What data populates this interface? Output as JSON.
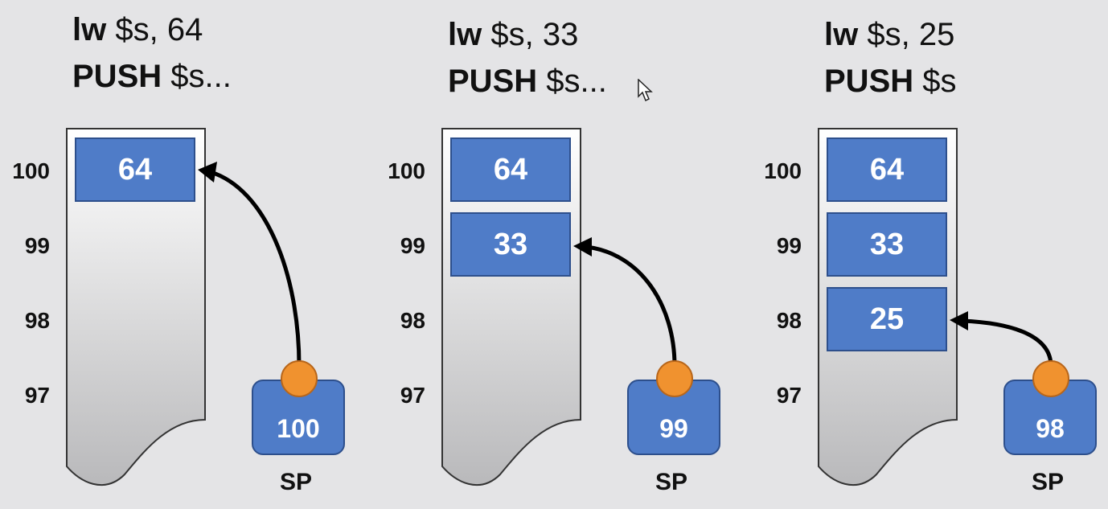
{
  "panels": [
    {
      "instr_lw_op": "lw",
      "instr_lw_args": " $s, 64",
      "instr_push_op": "PUSH",
      "instr_push_args": " $s...",
      "addresses": [
        "100",
        "99",
        "98",
        "97"
      ],
      "cells": [
        "64"
      ],
      "sp_value": "100",
      "sp_label": "SP"
    },
    {
      "instr_lw_op": "lw",
      "instr_lw_args": " $s, 33",
      "instr_push_op": "PUSH",
      "instr_push_args": " $s...",
      "addresses": [
        "100",
        "99",
        "98",
        "97"
      ],
      "cells": [
        "64",
        "33"
      ],
      "sp_value": "99",
      "sp_label": "SP"
    },
    {
      "instr_lw_op": "lw",
      "instr_lw_args": " $s, 25",
      "instr_push_op": "PUSH",
      "instr_push_args": " $s",
      "addresses": [
        "100",
        "99",
        "98",
        "97"
      ],
      "cells": [
        "64",
        "33",
        "25"
      ],
      "sp_value": "98",
      "sp_label": "SP"
    }
  ],
  "colors": {
    "cell_fill": "#4f7cc8",
    "sp_dot": "#f0922f",
    "background": "#e4e4e6"
  },
  "icons": {
    "cursor": "mouse-pointer-icon"
  }
}
